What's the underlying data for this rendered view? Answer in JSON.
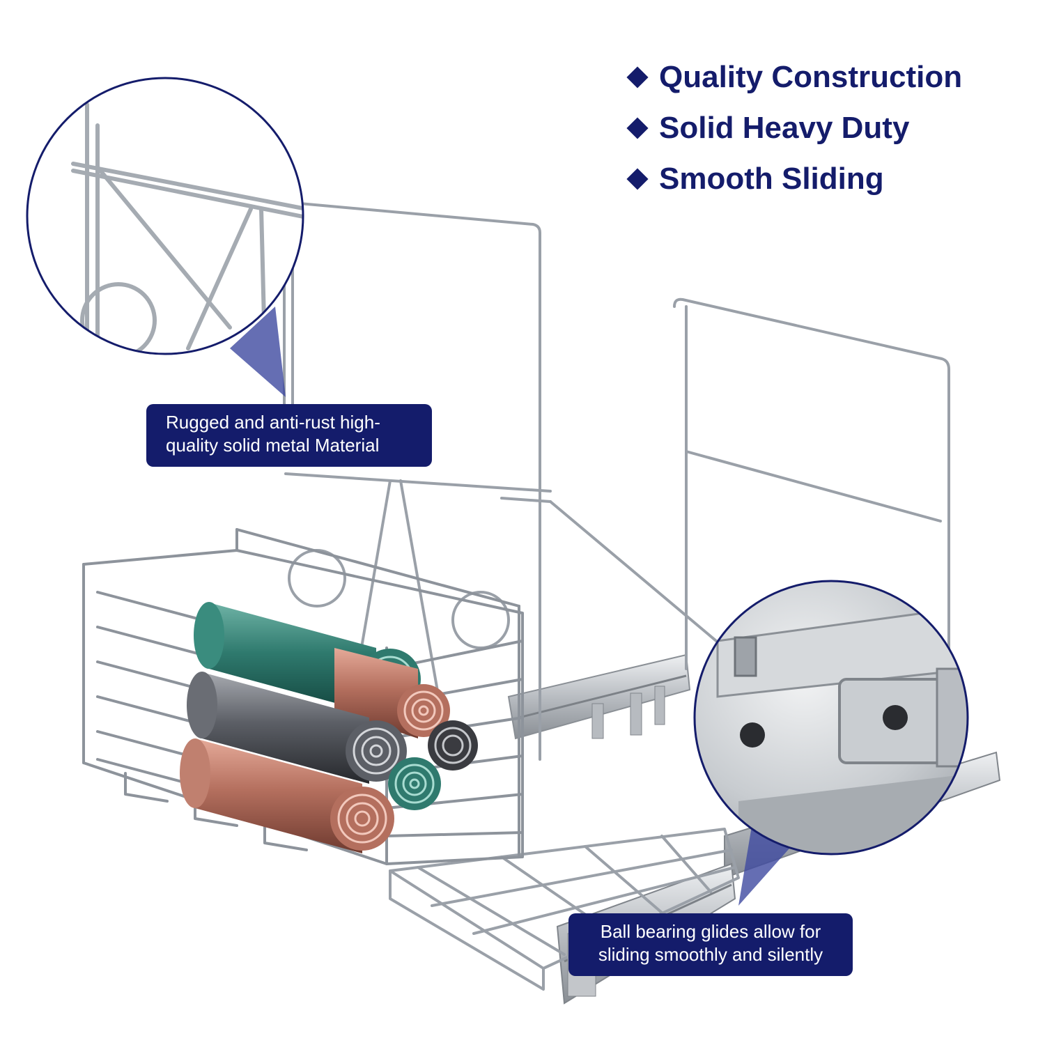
{
  "features": [
    "Quality Construction",
    "Solid Heavy Duty",
    "Smooth Sliding"
  ],
  "callouts": {
    "top": {
      "line1": "Rugged and anti-rust high-",
      "line2": "quality solid metal Material"
    },
    "bottom": {
      "line1": "Ball bearing glides allow for",
      "line2": "sliding smoothly and silently"
    }
  },
  "colors": {
    "brand_navy": "#141c6b",
    "callout_pointer": "#3f4aa0",
    "chrome": "#9aa0a8",
    "bag_green": "#2f7a6e",
    "bag_gray": "#5c5f66",
    "bag_copper": "#b46f5e"
  }
}
